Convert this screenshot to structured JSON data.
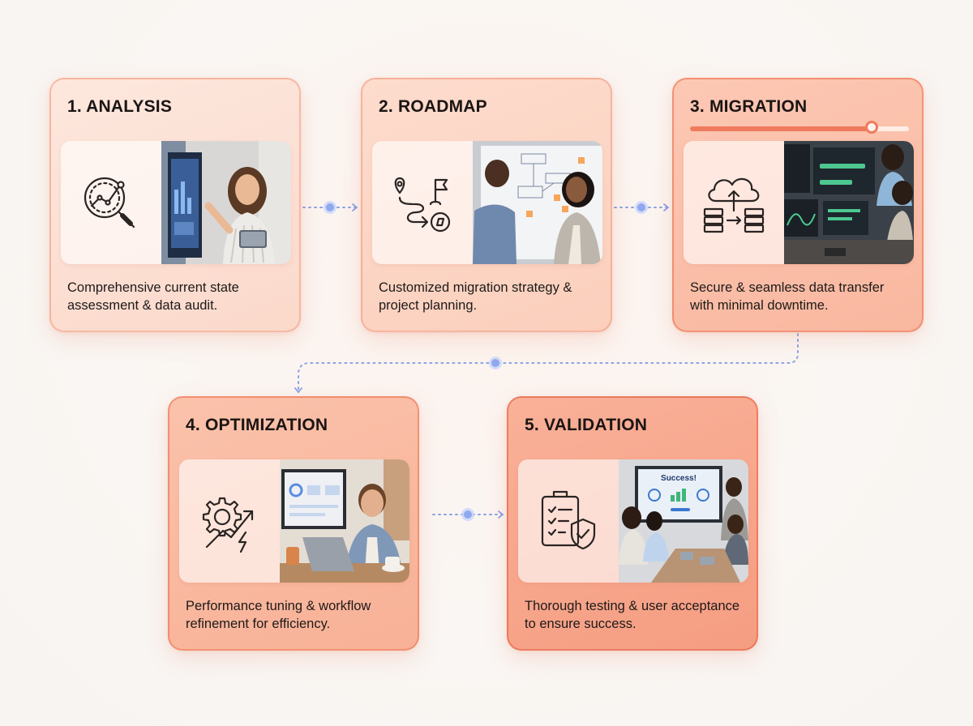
{
  "steps": [
    {
      "title": "1. ANALYSIS",
      "description": "Comprehensive current state assessment & data audit.",
      "icon": "analytics-magnifier-icon",
      "photo": "presenter-at-dashboard-photo"
    },
    {
      "title": "2. ROADMAP",
      "description": "Customized migration strategy & project planning.",
      "icon": "roadmap-path-icon",
      "photo": "whiteboard-planning-photo"
    },
    {
      "title": "3. MIGRATION",
      "description": "Secure & seamless data transfer with minimal downtime.",
      "icon": "cloud-data-transfer-icon",
      "photo": "monitoring-screens-photo",
      "progress": 0.83
    },
    {
      "title": "4. OPTIMIZATION",
      "description": "Performance tuning & workflow refinement for efficiency.",
      "icon": "gear-growth-icon",
      "photo": "laptop-analytics-photo"
    },
    {
      "title": "5. VALIDATION",
      "description": "Thorough testing & user acceptance to ensure success.",
      "icon": "checklist-shield-icon",
      "photo": "success-meeting-photo",
      "screen_text": "Success!"
    }
  ],
  "colors": {
    "connector": "#8aa2e6",
    "connector_dot": "#8fa8ee",
    "accent": "#ef7a5e",
    "text": "#1d1a19"
  }
}
